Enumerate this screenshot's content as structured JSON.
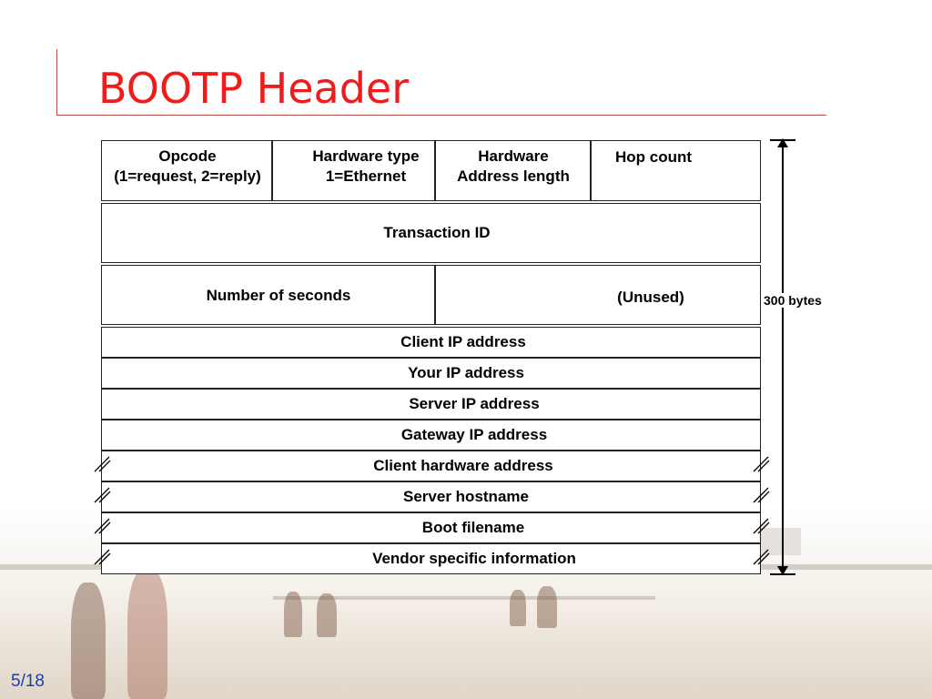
{
  "slide": {
    "title": "BOOTP Header",
    "page_number": "5/18"
  },
  "header": {
    "row1": {
      "opcode_line1": "Opcode",
      "opcode_line2": "(1=request, 2=reply)",
      "hwtype_line1": "Hardware type",
      "hwtype_line2": "1=Ethernet",
      "hwlen_line1": "Hardware",
      "hwlen_line2": "Address length",
      "hop": "Hop count"
    },
    "transaction_id": "Transaction ID",
    "row3": {
      "seconds": "Number of seconds",
      "unused": "(Unused)"
    },
    "client_ip": "Client IP address",
    "your_ip": "Your IP address",
    "server_ip": "Server IP address",
    "gateway_ip": "Gateway IP address",
    "client_hw": "Client hardware address",
    "server_hostname": "Server hostname",
    "boot_filename": "Boot filename",
    "vendor_info": "Vendor specific information"
  },
  "size_label": "300 bytes",
  "colors": {
    "title": "#ee1c1c",
    "page_number": "#1a3fa8",
    "accent_line": "#c0504d"
  }
}
